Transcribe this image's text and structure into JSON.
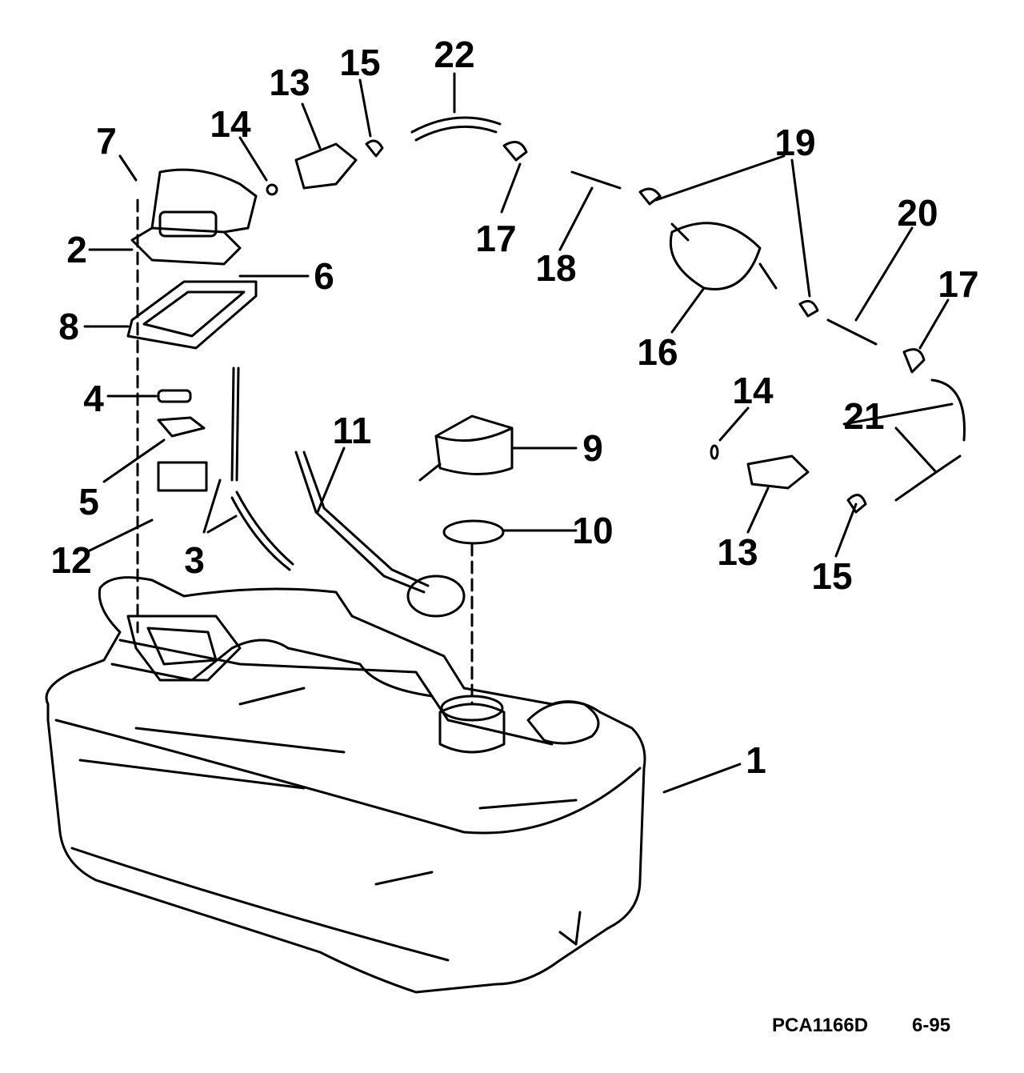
{
  "callouts": {
    "c1": "1",
    "c2": "2",
    "c3": "3",
    "c4": "4",
    "c5": "5",
    "c6": "6",
    "c7": "7",
    "c8": "8",
    "c9": "9",
    "c10": "10",
    "c11": "11",
    "c12": "12",
    "c13a": "13",
    "c13b": "13",
    "c14a": "14",
    "c14b": "14",
    "c15a": "15",
    "c15b": "15",
    "c16": "16",
    "c17a": "17",
    "c17b": "17",
    "c18": "18",
    "c19": "19",
    "c20": "20",
    "c21": "21",
    "c22": "22"
  },
  "footer": {
    "drawing_id": "PCA1166D",
    "date": "6-95"
  }
}
